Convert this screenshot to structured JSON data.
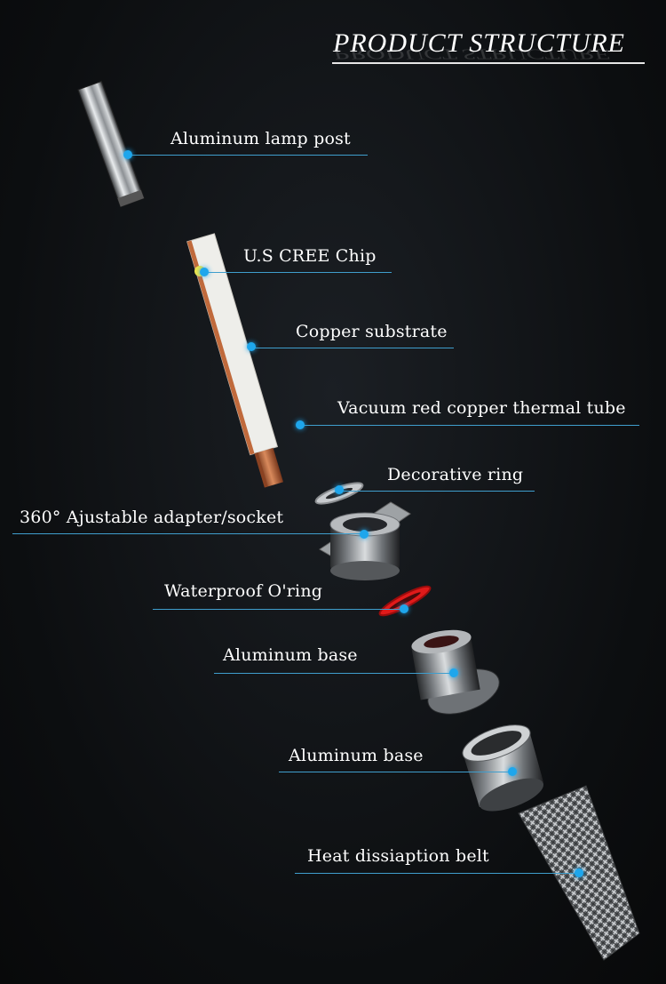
{
  "title": "PRODUCT STRUCTURE",
  "parts": [
    {
      "label": "Aluminum lamp post"
    },
    {
      "label": "U.S CREE Chip"
    },
    {
      "label": "Copper substrate"
    },
    {
      "label": "Vacuum red copper thermal tube"
    },
    {
      "label": "Decorative ring"
    },
    {
      "label": "360° Ajustable adapter/socket"
    },
    {
      "label": "Waterproof O'ring"
    },
    {
      "label": "Aluminum base"
    },
    {
      "label": "Aluminum base"
    },
    {
      "label": "Heat dissiaption belt"
    }
  ],
  "colors": {
    "background": "#0c0e10",
    "leader_line": "#3f9ecd",
    "marker_dot": "#1ea6ec",
    "oring": "#e01a1a",
    "copper": "#b8643a"
  }
}
